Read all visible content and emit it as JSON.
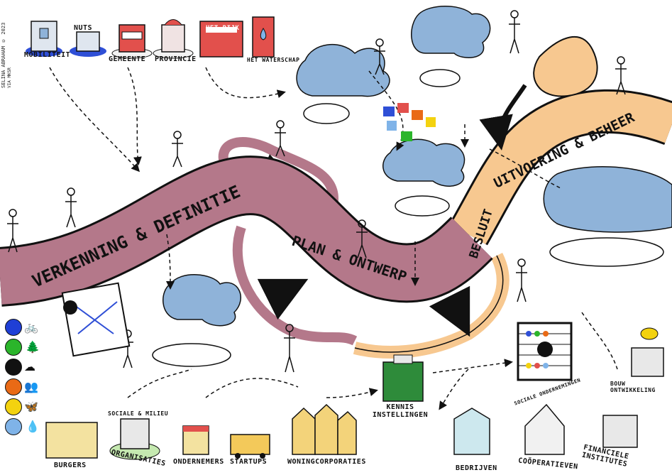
{
  "signature": {
    "line1": "SELINA ABRAHAM © 2023",
    "line2": "VIA MKSR"
  },
  "roads": {
    "phase1": "VERKENNING & DEFINITIE",
    "phase2": "PLAN & ONTWERP",
    "phase3": "BESLUIT",
    "phase4": "UITVOERING & BEHEER"
  },
  "top_entities": [
    {
      "label": "MOBILITEIT"
    },
    {
      "label": "NUTS"
    },
    {
      "label": "GEMEENTE"
    },
    {
      "label": "PROVINCIE"
    },
    {
      "label": "HET RIJK"
    },
    {
      "label": "HET WATERSCHAP"
    }
  ],
  "bottom_entities": [
    {
      "label": "BURGERS"
    },
    {
      "label": "SOCIALE & MILIEU"
    },
    {
      "label": "ORGANISATIES"
    },
    {
      "label": "ONDERNEMERS"
    },
    {
      "label": "STARTUPS"
    },
    {
      "label": "WONINGCORPORATIES"
    },
    {
      "label": "KENNIS INSTELLINGEN"
    },
    {
      "label": "BEDRIJVEN"
    },
    {
      "label": "SOCIALE ONDERNEMINGEN"
    },
    {
      "label": "COÖPERATIEVEN"
    },
    {
      "label": "FINANCIELE INSTITUTES"
    },
    {
      "label": "BOUW ONTWIKKELING"
    }
  ],
  "legend": [
    {
      "color": "#1f3fd6",
      "icon": "bicycle-icon",
      "glyph": "🚲"
    },
    {
      "color": "#2bb52b",
      "icon": "tree-icon",
      "glyph": "🌲"
    },
    {
      "color": "#111111",
      "icon": "cloud-icon",
      "glyph": "☁"
    },
    {
      "color": "#e96a16",
      "icon": "people-icon",
      "glyph": "👥"
    },
    {
      "color": "#f3d20f",
      "icon": "butterfly-icon",
      "glyph": "🦋"
    },
    {
      "color": "#7fb3e8",
      "icon": "water-drop-icon",
      "glyph": "💧"
    }
  ],
  "colors": {
    "road_purple": "#b4788a",
    "road_peach": "#f7c890",
    "cloud_blue": "#8fb3d9",
    "building_red": "#e2504c",
    "building_green": "#2e8b3a"
  }
}
